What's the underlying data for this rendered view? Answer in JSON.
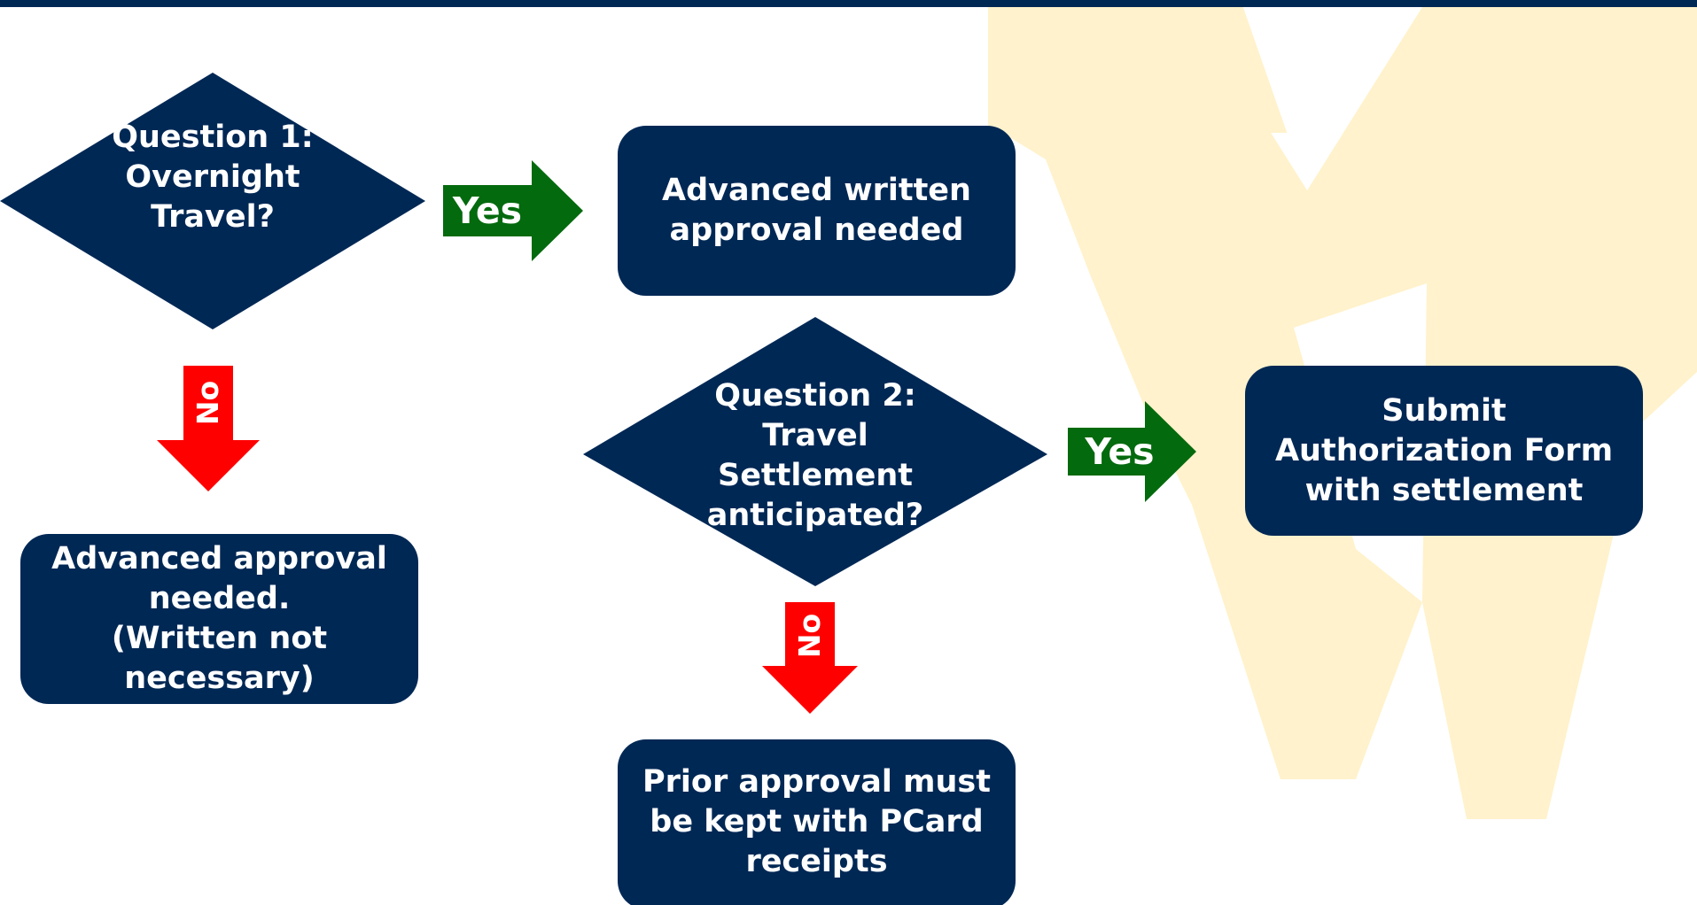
{
  "colors": {
    "top_bar": "#002855",
    "node_fill": "#002855",
    "yes_arrow": "#046a0e",
    "no_arrow": "#ff0000",
    "watermark": "#fff2cc",
    "text": "#ffffff"
  },
  "diagram": {
    "q1_text": "Question 1:\nOvernight\nTravel?",
    "q1_yes_label": "Yes",
    "q1_no_label": "No",
    "written_approval_text": "Advanced written\napproval needed",
    "approval_not_written_text": "Advanced approval\nneeded.\n(Written not\nnecessary)",
    "q2_text": "Question 2:\nTravel\nSettlement\nanticipated?",
    "q2_yes_label": "Yes",
    "q2_no_label": "No",
    "submit_form_text": "Submit\nAuthorization Form\nwith settlement",
    "prior_approval_text": "Prior approval must\nbe kept with PCard\nreceipts"
  }
}
